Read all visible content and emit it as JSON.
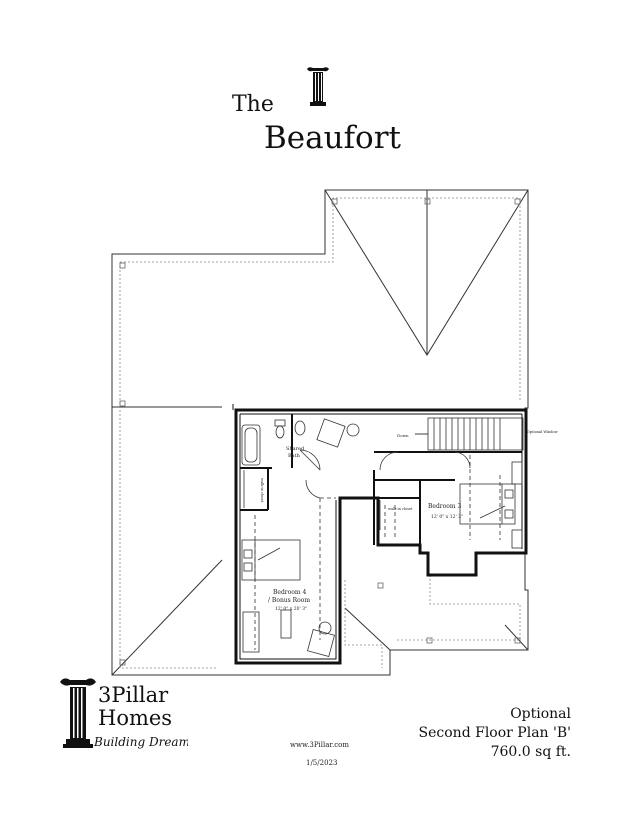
{
  "title": {
    "the": "The",
    "name": "Beaufort"
  },
  "rooms": {
    "shared_bath": "Shared\nBath",
    "bedroom3": "Bedroom 3",
    "bedroom3_size": "12' 0\" x 12' 3\"",
    "bedroom4": "Bedroom 4",
    "bonus": "/ Bonus Room",
    "bedroom4_size": "12' 0\" x 20' 3\"",
    "walkin_left": "walk-in closet",
    "walkin_right": "walk-in closet",
    "down": "Down",
    "optional_window": "Optional Window"
  },
  "logo": {
    "top": "3Pillar",
    "bottom": "Homes",
    "tagline": "Building Dreams"
  },
  "website": "www.3Pillar.com",
  "date": "1/5/2023",
  "plan_info": {
    "line1": "Optional",
    "line2": "Second Floor Plan 'B'",
    "line3": "760.0 sq ft."
  }
}
